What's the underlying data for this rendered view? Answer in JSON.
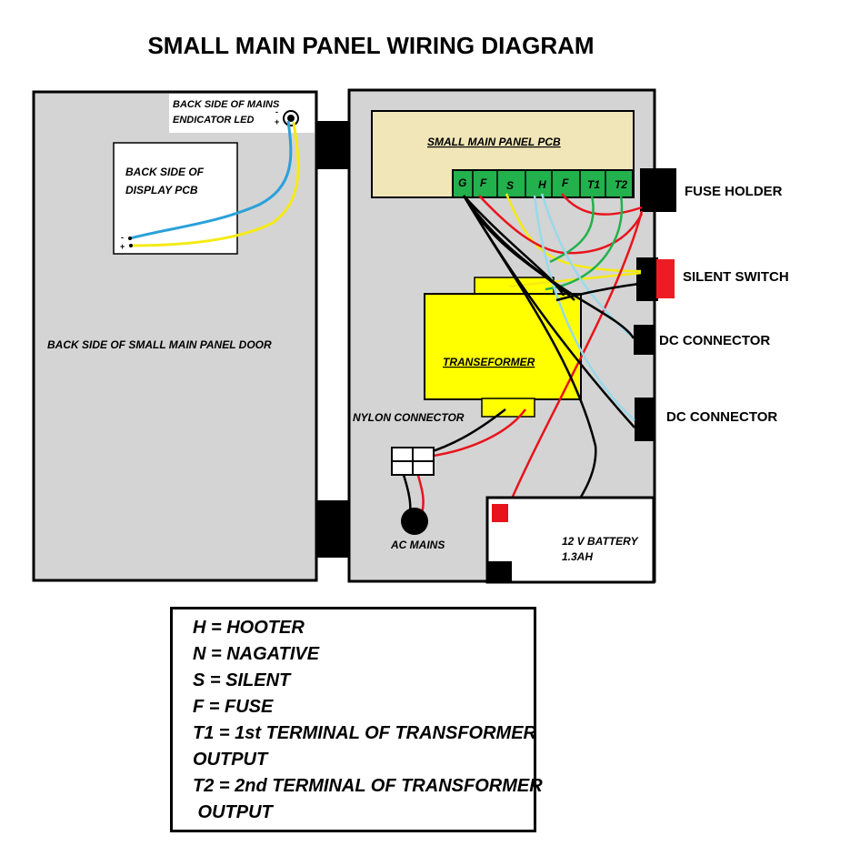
{
  "title": "SMALL MAIN PANEL WIRING DIAGRAM",
  "door": {
    "label": "BACK SIDE OF SMALL MAIN PANEL DOOR",
    "mains_led_line1": "BACK SIDE OF MAINS",
    "mains_led_line2": "ENDICATOR LED",
    "led_minus": "-",
    "led_plus": "+",
    "display_pcb_line1": "BACK SIDE OF",
    "display_pcb_line2": "DISPLAY PCB",
    "display_minus": "-",
    "display_plus": "+"
  },
  "panel": {
    "pcb_label": "SMALL MAIN PANEL PCB",
    "terminals": [
      "G",
      "F",
      "S",
      "H",
      "F",
      "T1",
      "T2"
    ],
    "transformer_label": "TRANSEFORMER",
    "nylon_connector_label": "NYLON CONNECTOR",
    "ac_mains_label": "AC MAINS",
    "battery_line1": "12 V BATTERY",
    "battery_line2": "1.3AH"
  },
  "side_labels": {
    "fuse_holder": "FUSE HOLDER",
    "silent_switch": "SILENT SWITCH",
    "dc_connector_1": "DC CONNECTOR",
    "dc_connector_2": "DC CONNECTOR"
  },
  "legend": [
    "H = HOOTER",
    "N = NAGATIVE",
    "S = SILENT",
    "F = FUSE",
    "T1 = 1st TERMINAL OF TRANSFORMER",
    "OUTPUT",
    "T2 = 2nd TERMINAL OF TRANSFORMER",
    " OUTPUT"
  ],
  "colors": {
    "pcb": "#f0e6b8",
    "terminal_block": "#22b14c",
    "transformer": "#ffff00",
    "silent_switch": "#ed1c24",
    "panel_fill": "#d4d4d4",
    "wire_blue": "#2aa1d9",
    "wire_yellow": "#f5ea14",
    "wire_red": "#e8141c",
    "wire_green": "#22b14c",
    "wire_lightblue": "#99d9ea",
    "wire_black": "#000000"
  }
}
